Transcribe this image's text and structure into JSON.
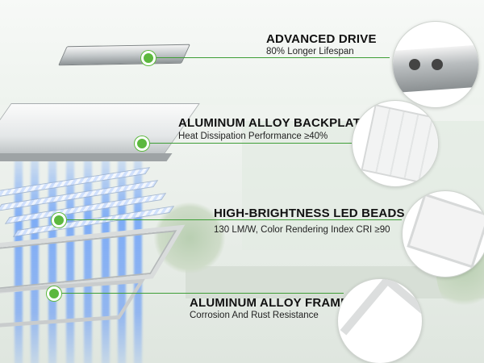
{
  "features": [
    {
      "title": "ADVANCED DRIVE",
      "subtitle": "80% Longer Lifespan"
    },
    {
      "title": "ALUMINUM ALLOY BACKPLATE",
      "subtitle": "Heat Dissipation Performance ≥40%"
    },
    {
      "title": "HIGH-BRIGHTNESS LED BEADS",
      "subtitle": "130 LM/W, Color Rendering Index CRI ≥90"
    },
    {
      "title": "ALUMINUM ALLOY FRAME",
      "subtitle": "Corrosion And Rust Resistance"
    }
  ],
  "colors": {
    "accent": "#5cb83e",
    "line": "#3e9e36",
    "beam": "#5a96fa"
  }
}
